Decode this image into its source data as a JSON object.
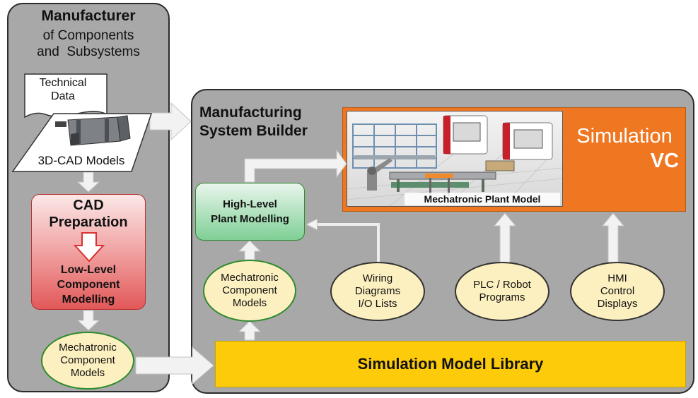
{
  "manufacturer": {
    "title": "Manufacturer",
    "subtitle_line1": "of Components",
    "subtitle_line2": "and  Subsystems",
    "tech_data_line1": "Technical",
    "tech_data_line2": "Data",
    "cad_models": "3D-CAD Models",
    "cad_prep_line1": "CAD",
    "cad_prep_line2": "Preparation",
    "low_level_line1": "Low-Level",
    "low_level_line2": "Component",
    "low_level_line3": "Modelling",
    "mech_models_line1": "Mechatronic",
    "mech_models_line2": "Component",
    "mech_models_line3": "Models"
  },
  "builder": {
    "title_line1": "Manufacturing",
    "title_line2": "System Builder",
    "high_level_line1": "High-Level",
    "high_level_line2": "Plant Modelling",
    "mech_models_line1": "Mechatronic",
    "mech_models_line2": "Component",
    "mech_models_line3": "Models",
    "wiring_line1": "Wiring",
    "wiring_line2": "Diagrams",
    "wiring_line3": "I/O Lists",
    "plc_line1": "PLC / Robot",
    "plc_line2": "Programs",
    "hmi_line1": "HMI",
    "hmi_line2": "Control",
    "hmi_line3": "Displays",
    "library": "Simulation Model Library",
    "plant_model_caption": "Mechatronic Plant Model",
    "simulation_line1": "Simulation",
    "simulation_line2": "VC"
  },
  "colors": {
    "panel_gray": "#a8a8a8",
    "orange": "#f07722",
    "library_yellow": "#fdcb0a",
    "node_green": "#7fcf95",
    "node_red": "#e25858",
    "oval_cream": "#fdf0c0"
  }
}
